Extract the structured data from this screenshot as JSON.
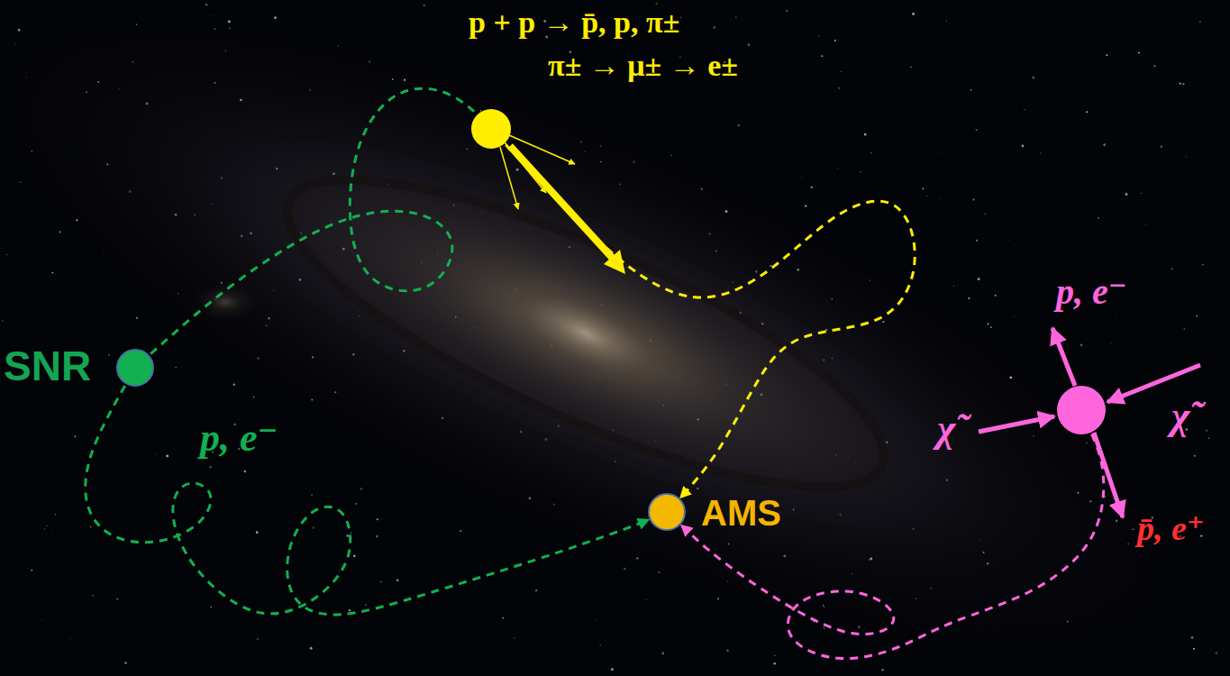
{
  "diagram": {
    "nodes": [
      {
        "text": [
          "p + p → p̄, p, π±",
          "π± → μ± → e±"
        ]
      },
      {
        "text": [
          "SNR"
        ]
      },
      {
        "text": [
          "p, e⁻",
          "χ̃",
          "χ̃",
          "p̄, e⁺"
        ]
      },
      {
        "text": [
          "AMS"
        ]
      }
    ],
    "edges": [
      {
        "from": 1,
        "to": 0,
        "arrow": "none"
      },
      {
        "from": 1,
        "to": 3,
        "label": "p, e⁻",
        "arrow": "to"
      },
      {
        "from": 0,
        "to": 3,
        "arrow": "to"
      },
      {
        "from": 2,
        "to": 3,
        "arrow": "to"
      }
    ]
  }
}
